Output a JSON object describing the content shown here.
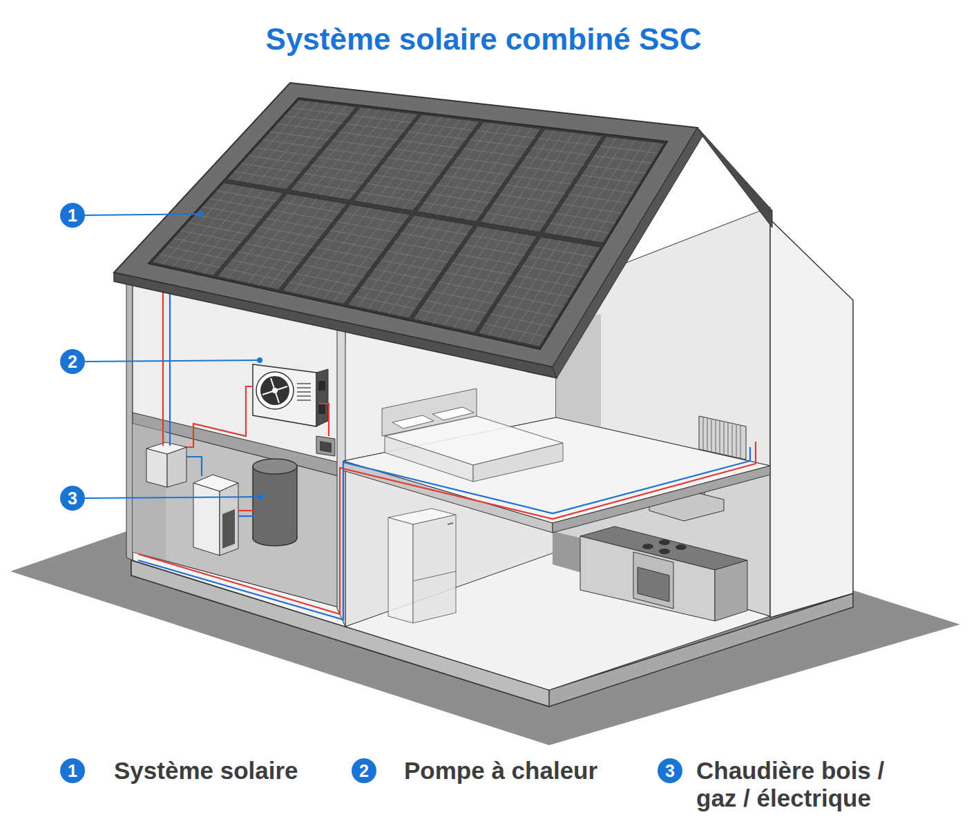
{
  "diagram": {
    "title": "Système solaire combiné SSC",
    "nodes": [
      {
        "text": [
          "1"
        ]
      },
      {
        "text": [
          "2"
        ]
      },
      {
        "text": [
          "3"
        ]
      },
      {
        "text": [
          "1"
        ]
      },
      {
        "text": [
          "2"
        ]
      },
      {
        "text": [
          "3"
        ]
      }
    ],
    "labels": [
      "Système solaire",
      "Pompe à chaleur",
      "Chaudière bois / gaz / électrique"
    ]
  }
}
